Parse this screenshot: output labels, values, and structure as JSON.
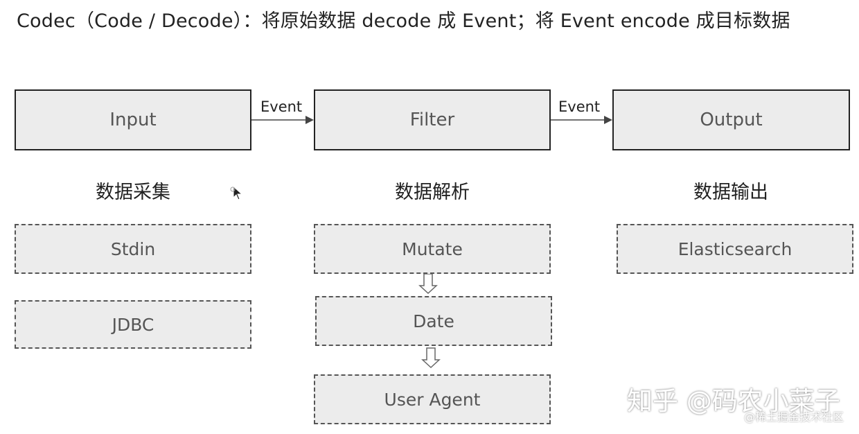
{
  "title": "Codec（Code / Decode）：将原始数据 decode 成 Event；将 Event encode 成目标数据",
  "stages": {
    "input": "Input",
    "filter": "Filter",
    "output": "Output"
  },
  "edges": {
    "input_to_filter": "Event",
    "filter_to_output": "Event"
  },
  "captions": {
    "input": "数据采集",
    "filter": "数据解析",
    "output": "数据输出"
  },
  "plugins": {
    "input": [
      "Stdin",
      "JDBC"
    ],
    "filter": [
      "Mutate",
      "Date",
      "User Agent"
    ],
    "output": [
      "Elasticsearch"
    ]
  },
  "watermark": {
    "main": "知乎 @码农小菜子",
    "sub": "@稀土掘金技术社区"
  },
  "colors": {
    "box_fill": "#ececec",
    "stage_border": "#222222",
    "plugin_border": "#555555",
    "text": "#555555"
  }
}
